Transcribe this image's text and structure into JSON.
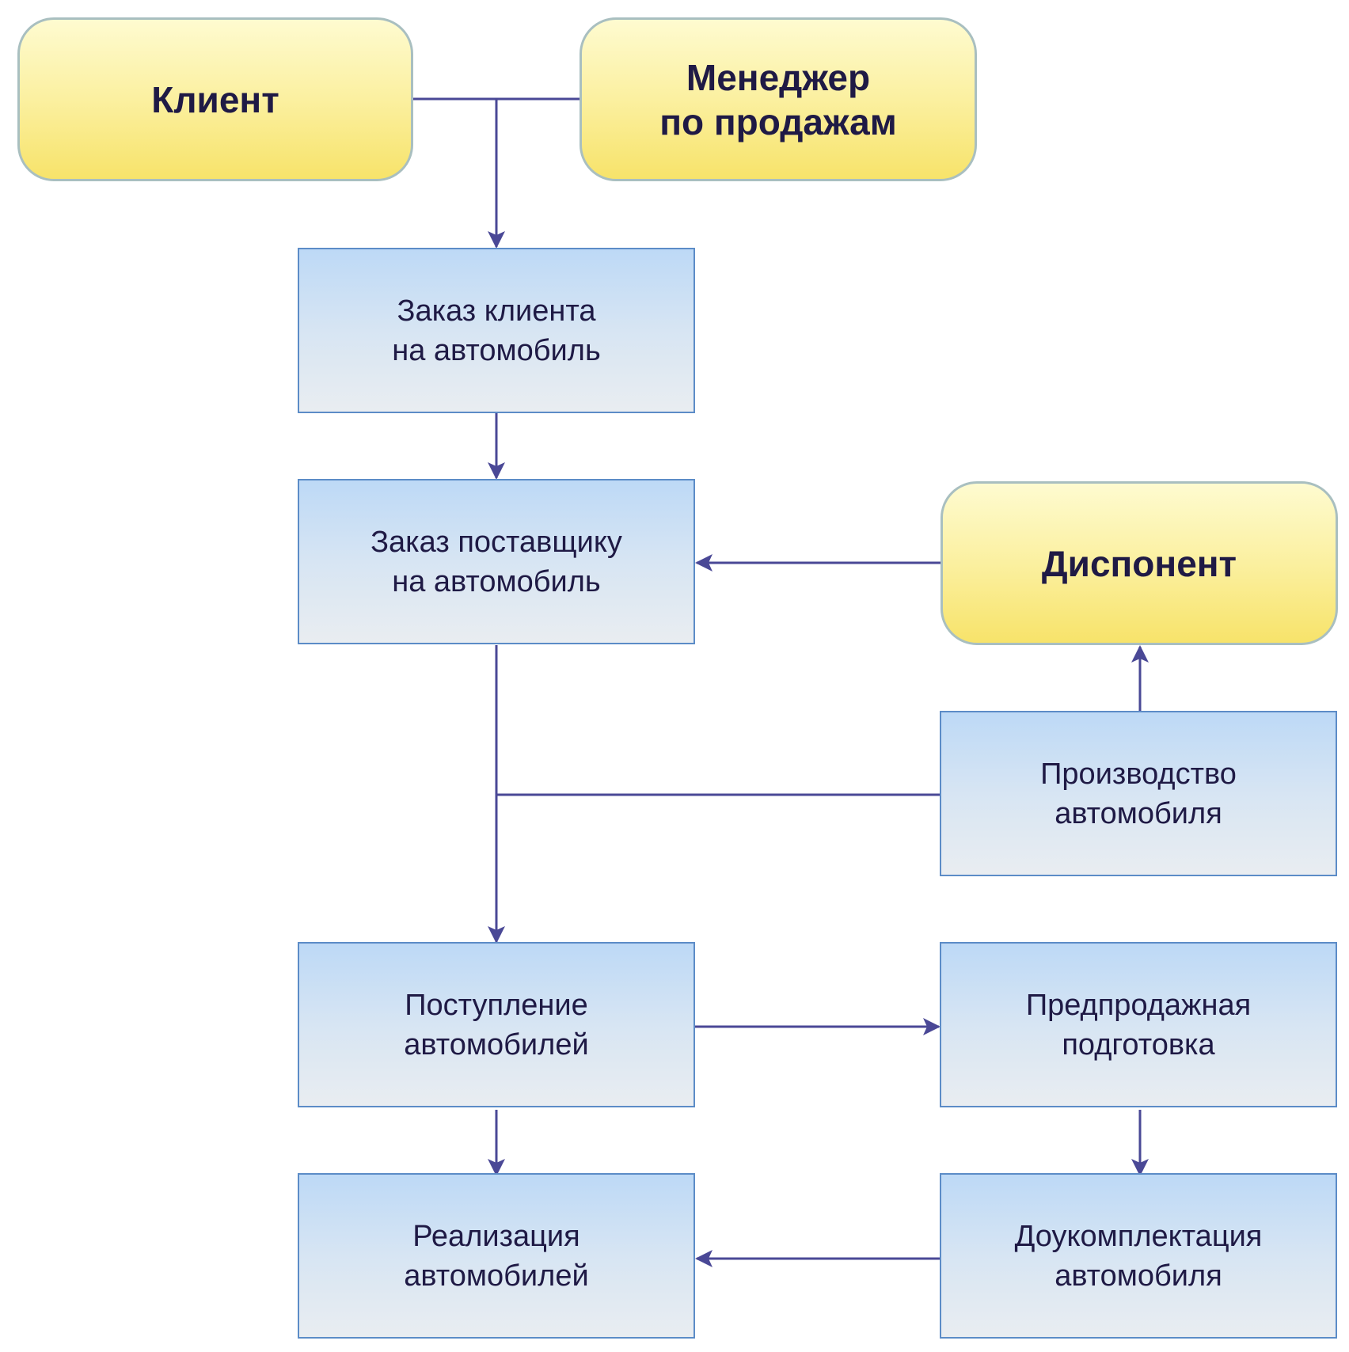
{
  "diagram": {
    "actors": {
      "client": "Клиент",
      "sales_manager": "Менеджер\nпо продажам",
      "dispatcher": "Диспонент"
    },
    "processes": {
      "client_order": "Заказ клиента\nна автомобиль",
      "supplier_order": "Заказ поставщику\nна автомобиль",
      "car_production": "Производство\nавтомобиля",
      "car_arrival": "Поступление\nавтомобилей",
      "presale_prep": "Предпродажная\nподготовка",
      "car_sales": "Реализация\nавтомобилей",
      "additional_equipment": "Доукомплектация\nавтомобиля"
    },
    "colors": {
      "connector": "#4a4896",
      "actor_fill_top": "#fefbd0",
      "actor_fill_bottom": "#f7e36a",
      "actor_border": "#a9bfc0",
      "process_fill_top": "#bdd9f6",
      "process_fill_bottom": "#e9edf1",
      "process_border": "#5c8cc7",
      "text": "#1f1a45"
    },
    "edges": [
      {
        "from": "client + sales_manager",
        "to": "client_order"
      },
      {
        "from": "client_order",
        "to": "supplier_order"
      },
      {
        "from": "dispatcher",
        "to": "supplier_order"
      },
      {
        "from": "car_production",
        "to": "dispatcher"
      },
      {
        "from": "supplier_order + car_production",
        "to": "car_arrival"
      },
      {
        "from": "car_arrival",
        "to": "presale_prep"
      },
      {
        "from": "car_arrival",
        "to": "car_sales"
      },
      {
        "from": "presale_prep",
        "to": "additional_equipment"
      },
      {
        "from": "additional_equipment",
        "to": "car_sales"
      }
    ]
  }
}
